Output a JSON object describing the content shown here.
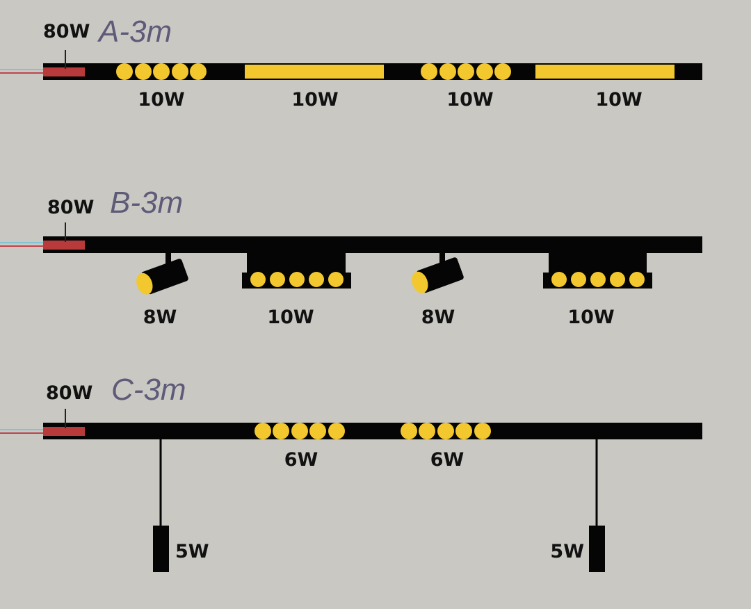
{
  "colors": {
    "background": "#c9c8c3",
    "rail": "#050505",
    "driver": "#b83a3a",
    "led": "#f3c82e",
    "title": "#5e5a78",
    "text": "#111111",
    "wire_blue": "#7ec3d6",
    "wire_red": "#c0444a"
  },
  "systems": [
    {
      "title": "A-3m",
      "driver_power": "80W",
      "fixtures": [
        {
          "type": "dot-module",
          "led_count": 5,
          "power": "10W"
        },
        {
          "type": "strip-module",
          "power": "10W"
        },
        {
          "type": "dot-module",
          "led_count": 5,
          "power": "10W"
        },
        {
          "type": "strip-module",
          "power": "10W"
        }
      ]
    },
    {
      "title": "B-3m",
      "driver_power": "80W",
      "fixtures": [
        {
          "type": "spotlight",
          "power": "8W"
        },
        {
          "type": "grille-light",
          "led_count": 5,
          "power": "10W"
        },
        {
          "type": "spotlight",
          "power": "8W"
        },
        {
          "type": "grille-light",
          "led_count": 5,
          "power": "10W"
        }
      ]
    },
    {
      "title": "C-3m",
      "driver_power": "80W",
      "fixtures": [
        {
          "type": "pendant",
          "power": "5W"
        },
        {
          "type": "dot-module",
          "led_count": 5,
          "power": "6W"
        },
        {
          "type": "dot-module",
          "led_count": 5,
          "power": "6W"
        },
        {
          "type": "pendant",
          "power": "5W"
        }
      ]
    }
  ]
}
